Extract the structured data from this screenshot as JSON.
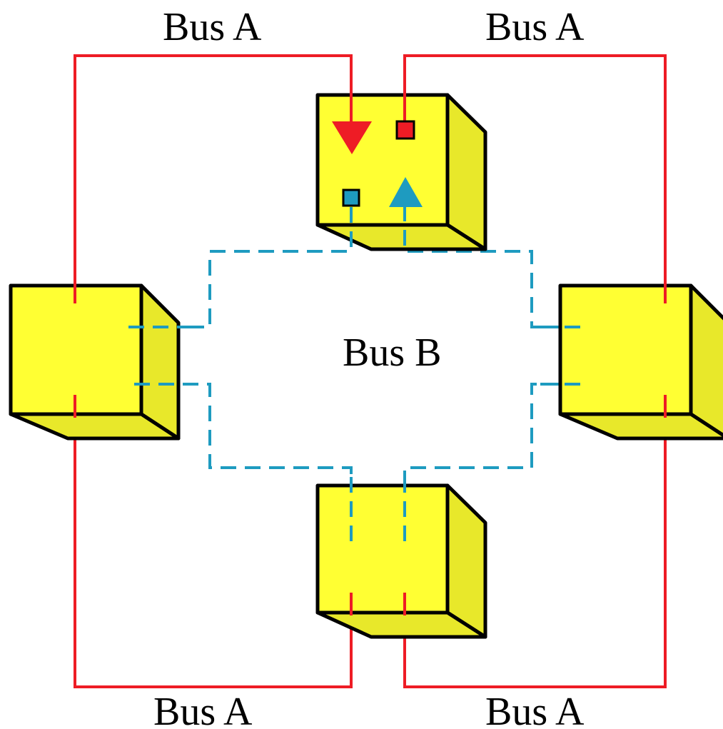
{
  "labels": {
    "bus_a_top_left": "Bus A",
    "bus_a_top_right": "Bus A",
    "bus_a_bottom_left": "Bus A",
    "bus_a_bottom_right": "Bus A",
    "bus_b": "Bus B"
  },
  "colors": {
    "bus_a": "#ee1c25",
    "bus_b": "#1e9bc0",
    "node_fill": "#ffff33",
    "node_side": "#e8e82a",
    "outline": "#000000",
    "background": "#ffffff"
  },
  "nodes": [
    "node-top",
    "node-left",
    "node-right",
    "node-bottom"
  ],
  "icons": {
    "bus_a_port_arrow": "red-down-triangle-icon",
    "bus_a_port_square": "red-square-icon",
    "bus_b_port_arrow": "blue-up-triangle-icon",
    "bus_b_port_square": "blue-square-icon"
  }
}
